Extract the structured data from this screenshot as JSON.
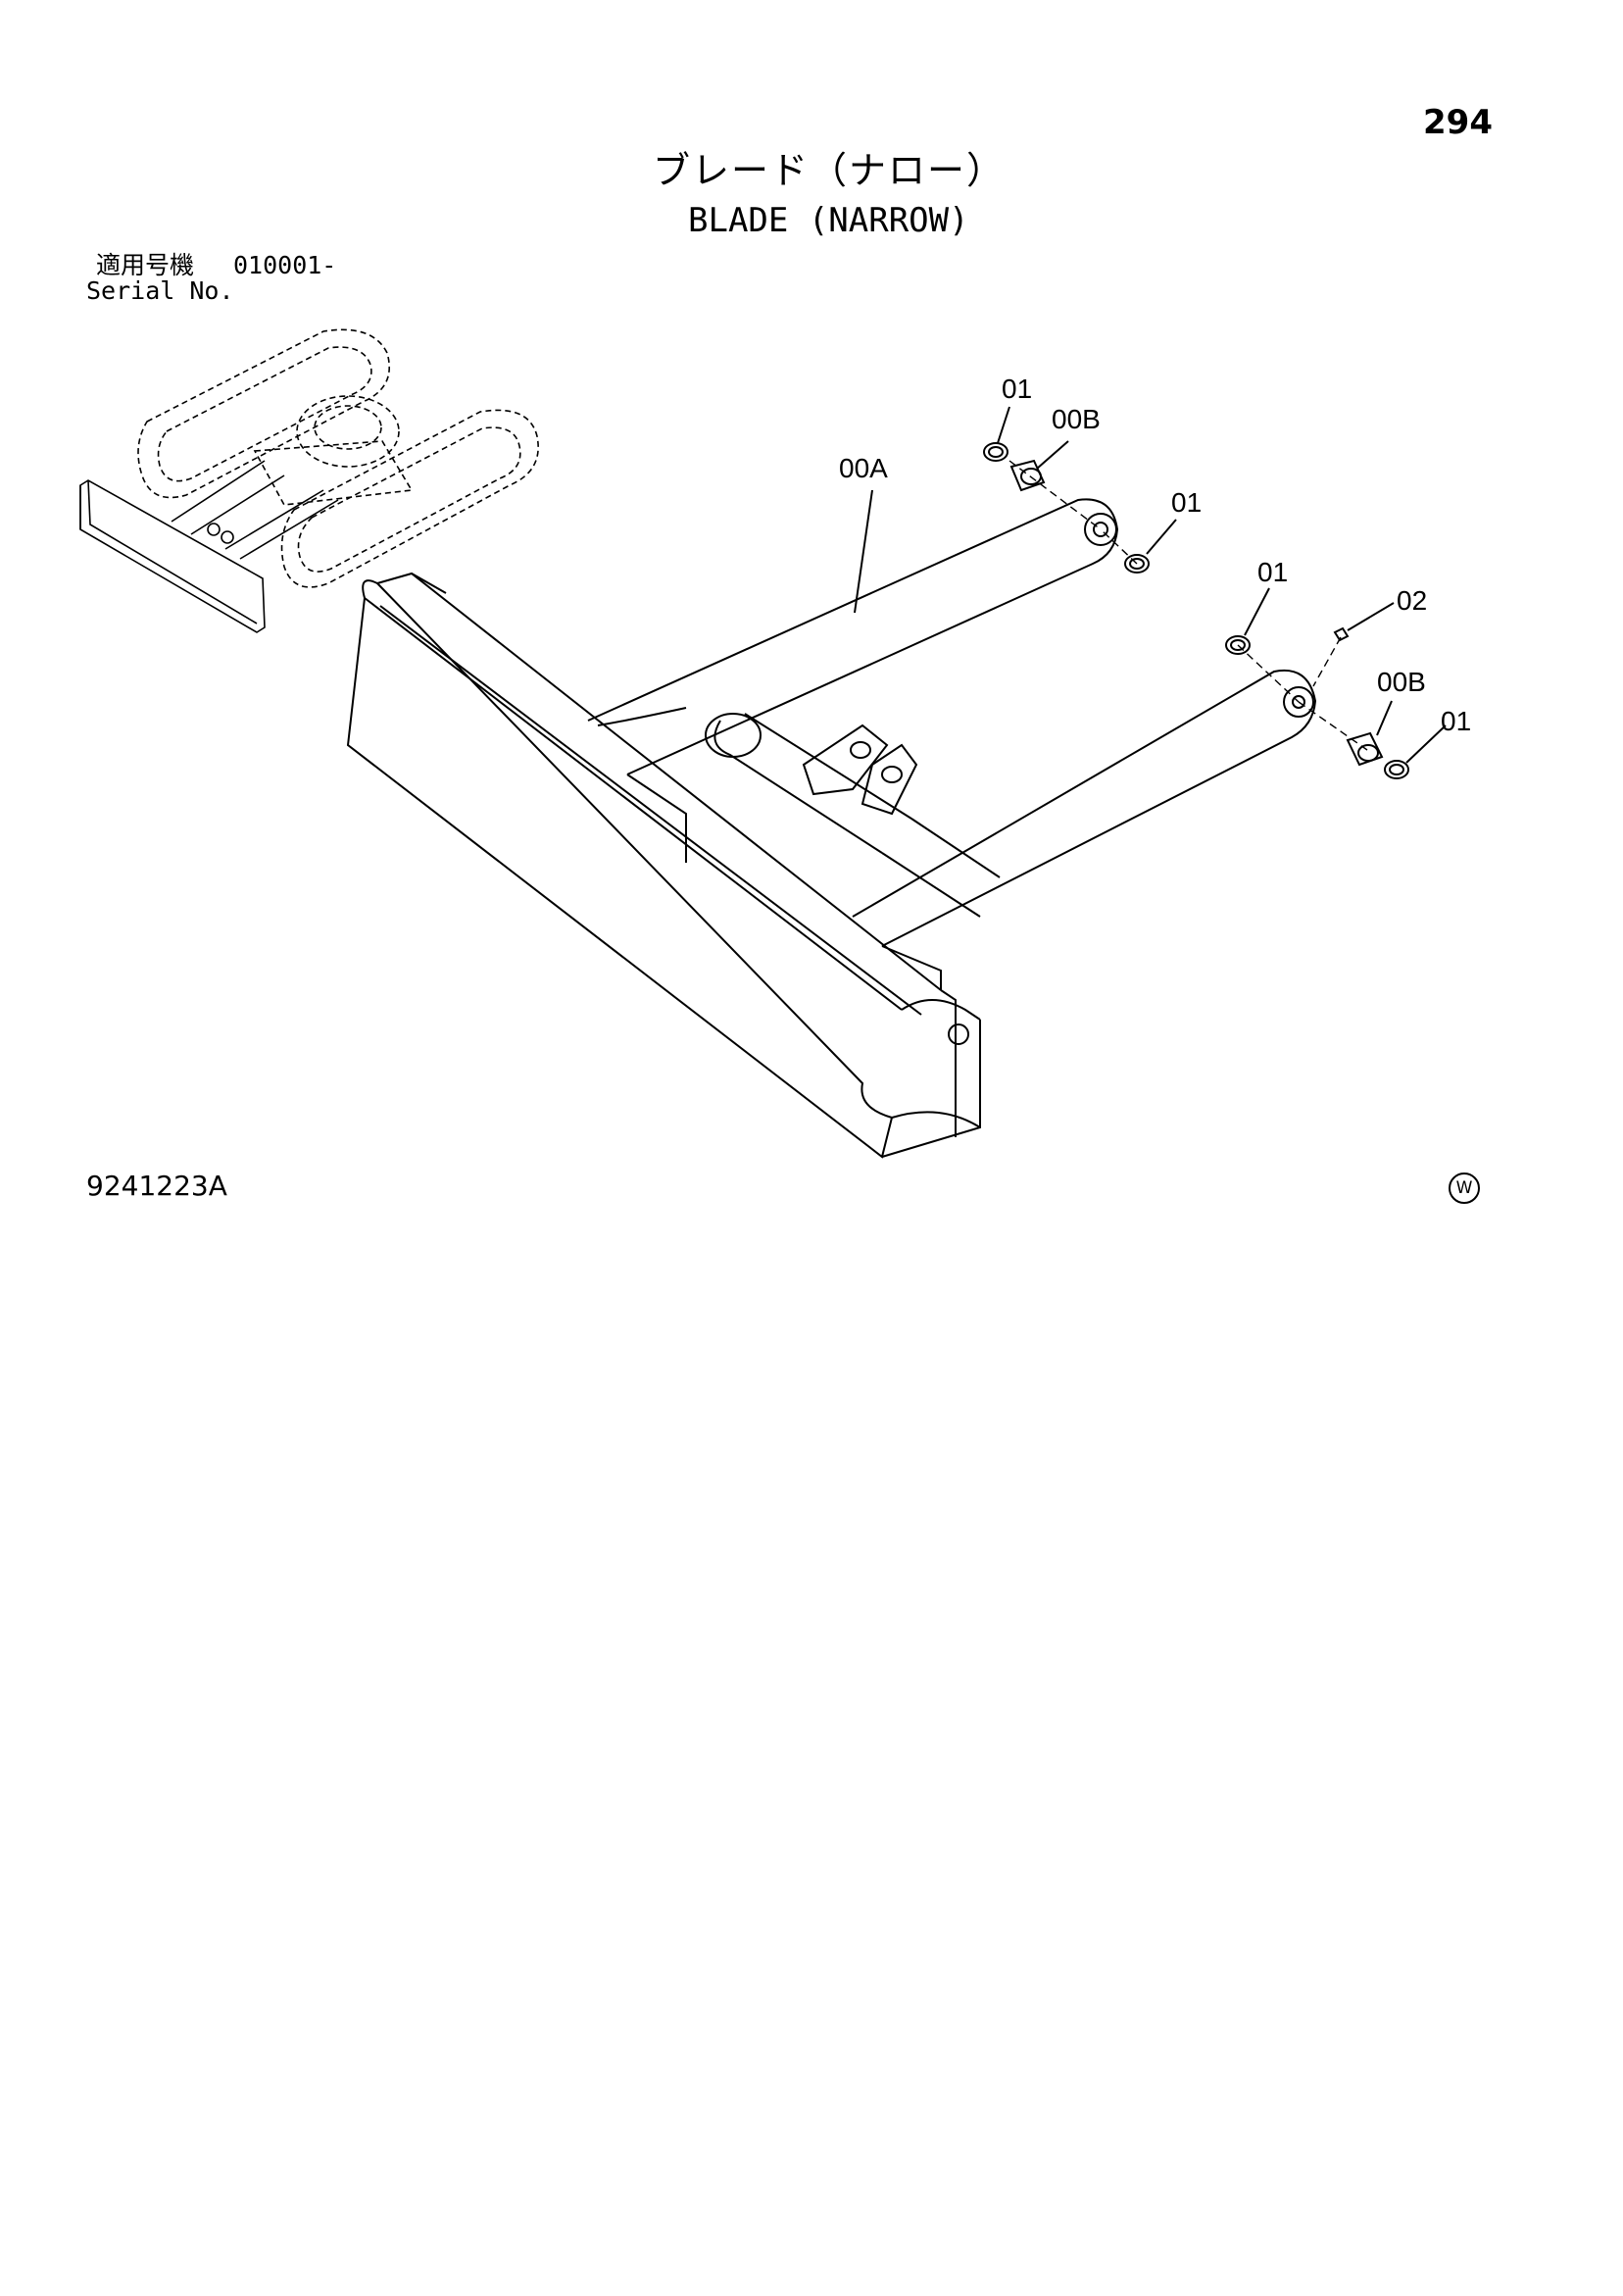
{
  "header": {
    "page_number": "294",
    "title_jp": "ブレード（ナロー）",
    "title_en": "BLADE (NARROW)"
  },
  "serial": {
    "label_jp": "適用号機",
    "code": "010001-",
    "label_en": "Serial No."
  },
  "callouts": {
    "c1": "01",
    "c2": "00B",
    "c3": "00A",
    "c4": "01",
    "c5": "01",
    "c6": "02",
    "c7": "00B",
    "c8": "01"
  },
  "footer": {
    "drawing_number": "9241223A",
    "mark": "W"
  }
}
